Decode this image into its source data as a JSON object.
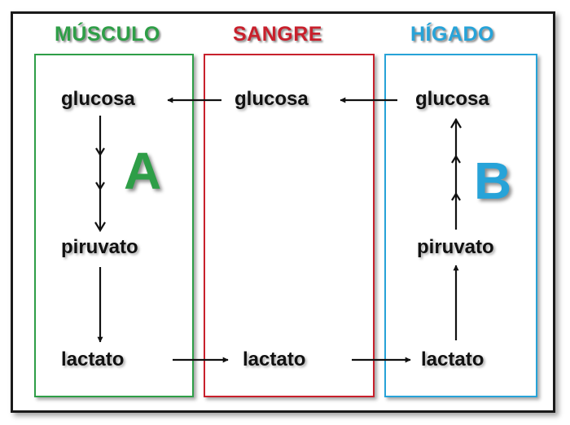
{
  "columns": [
    {
      "heading": "MÚSCULO",
      "color": "#2e9e47"
    },
    {
      "heading": "SANGRE",
      "color": "#c8202c"
    },
    {
      "heading": "HÍGADO",
      "color": "#27a3d8"
    }
  ],
  "musculo": {
    "top": "glucosa",
    "middle": "piruvato",
    "bottom": "lactato",
    "letter": "A"
  },
  "sangre": {
    "top": "glucosa",
    "bottom": "lactato"
  },
  "higado": {
    "top": "glucosa",
    "middle": "piruvato",
    "bottom": "lactato",
    "letter": "B"
  },
  "colors": {
    "arrow": "#111111",
    "frame": "#1a1a1a"
  }
}
